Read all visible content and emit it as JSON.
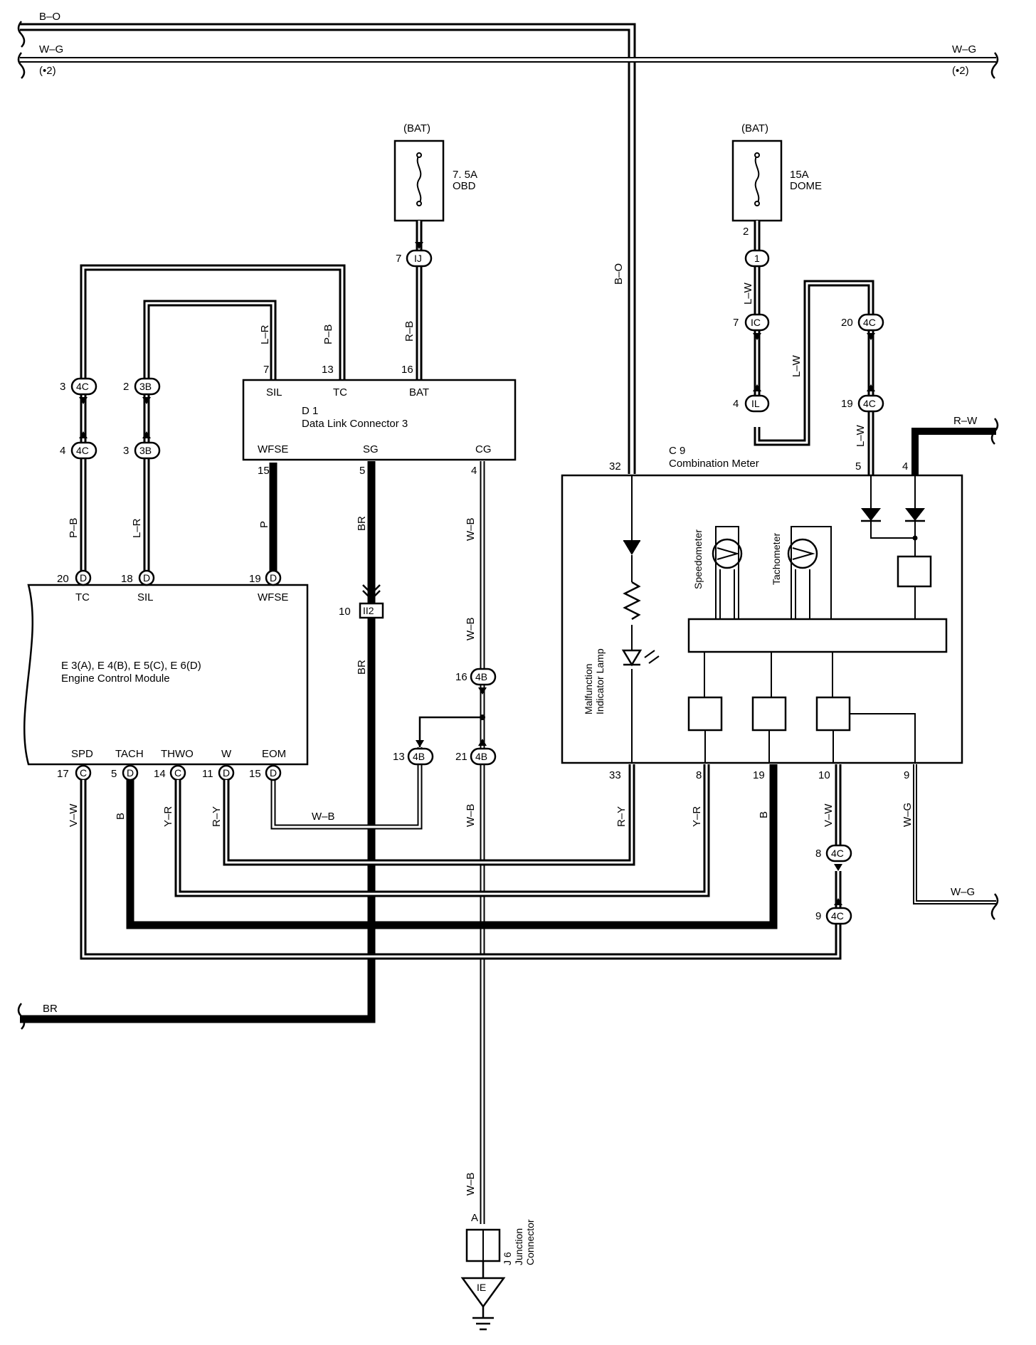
{
  "wires": {
    "bo": "B–O",
    "wg": "W–G",
    "note2": "(•2)",
    "rw": "R–W",
    "br": "BR",
    "pb": "P–B",
    "lr": "L–R",
    "rb": "R–B",
    "lw": "L–W",
    "p": "P",
    "wb": "W–B",
    "vw": "V–W",
    "b": "B",
    "yr": "Y–R",
    "ry": "R–Y"
  },
  "bat": "(BAT)",
  "fuse_obd": {
    "rating": "7. 5A",
    "name": "OBD"
  },
  "fuse_dome": {
    "rating": "15A",
    "name": "DOME"
  },
  "dlc": {
    "id": "D 1",
    "name": "Data Link Connector 3",
    "pins_top": [
      {
        "label": "SIL",
        "num": "7"
      },
      {
        "label": "TC",
        "num": "13"
      },
      {
        "label": "BAT",
        "num": "16"
      }
    ],
    "pins_bottom": [
      {
        "label": "WFSE",
        "num": "15"
      },
      {
        "label": "SG",
        "num": "5"
      },
      {
        "label": "CG",
        "num": "4"
      }
    ]
  },
  "ecm": {
    "id": "E 3(A), E 4(B), E 5(C), E 6(D)",
    "name": "Engine Control Module",
    "pins_top": [
      {
        "label": "TC",
        "num": "20",
        "conn": "D"
      },
      {
        "label": "SIL",
        "num": "18",
        "conn": "D"
      },
      {
        "label": "WFSE",
        "num": "19",
        "conn": "D"
      }
    ],
    "pins_bottom": [
      {
        "label": "SPD",
        "num": "17",
        "conn": "C"
      },
      {
        "label": "TACH",
        "num": "5",
        "conn": "D"
      },
      {
        "label": "THWO",
        "num": "14",
        "conn": "C"
      },
      {
        "label": "W",
        "num": "11",
        "conn": "D"
      },
      {
        "label": "EOM",
        "num": "15",
        "conn": "D"
      }
    ]
  },
  "meter": {
    "id": "C 9",
    "name": "Combination Meter",
    "pins_top": [
      "32",
      "5",
      "4"
    ],
    "pins_bottom": [
      "33",
      "8",
      "19",
      "10",
      "9"
    ],
    "speedometer": "Speedometer",
    "tachometer": "Tachometer",
    "mil_line1": "Malfunction",
    "mil_line2": "Indicator Lamp"
  },
  "connectors": {
    "c4c_3": {
      "pin": "3",
      "code": "4C"
    },
    "c4c_4": {
      "pin": "4",
      "code": "4C"
    },
    "c3b_2": {
      "pin": "2",
      "code": "3B"
    },
    "c3b_3": {
      "pin": "3",
      "code": "3B"
    },
    "cIJ_7": {
      "pin": "7",
      "code": "IJ"
    },
    "c1_2": {
      "pin": "2",
      "code": "1"
    },
    "cIC_7": {
      "pin": "7",
      "code": "IC"
    },
    "cIL_4": {
      "pin": "4",
      "code": "IL"
    },
    "c4C_20": {
      "pin": "20",
      "code": "4C"
    },
    "c4C_19": {
      "pin": "19",
      "code": "4C"
    },
    "cII2_10": {
      "pin": "10",
      "code": "II2"
    },
    "c4B_16": {
      "pin": "16",
      "code": "4B"
    },
    "c4B_13": {
      "pin": "13",
      "code": "4B"
    },
    "c4B_21": {
      "pin": "21",
      "code": "4B"
    },
    "c4C_8": {
      "pin": "8",
      "code": "4C"
    },
    "c4C_9": {
      "pin": "9",
      "code": "4C"
    }
  },
  "junction": {
    "pin": "A",
    "id": "J 6",
    "line1": "Junction",
    "line2": "Connector",
    "ground": "IE"
  }
}
